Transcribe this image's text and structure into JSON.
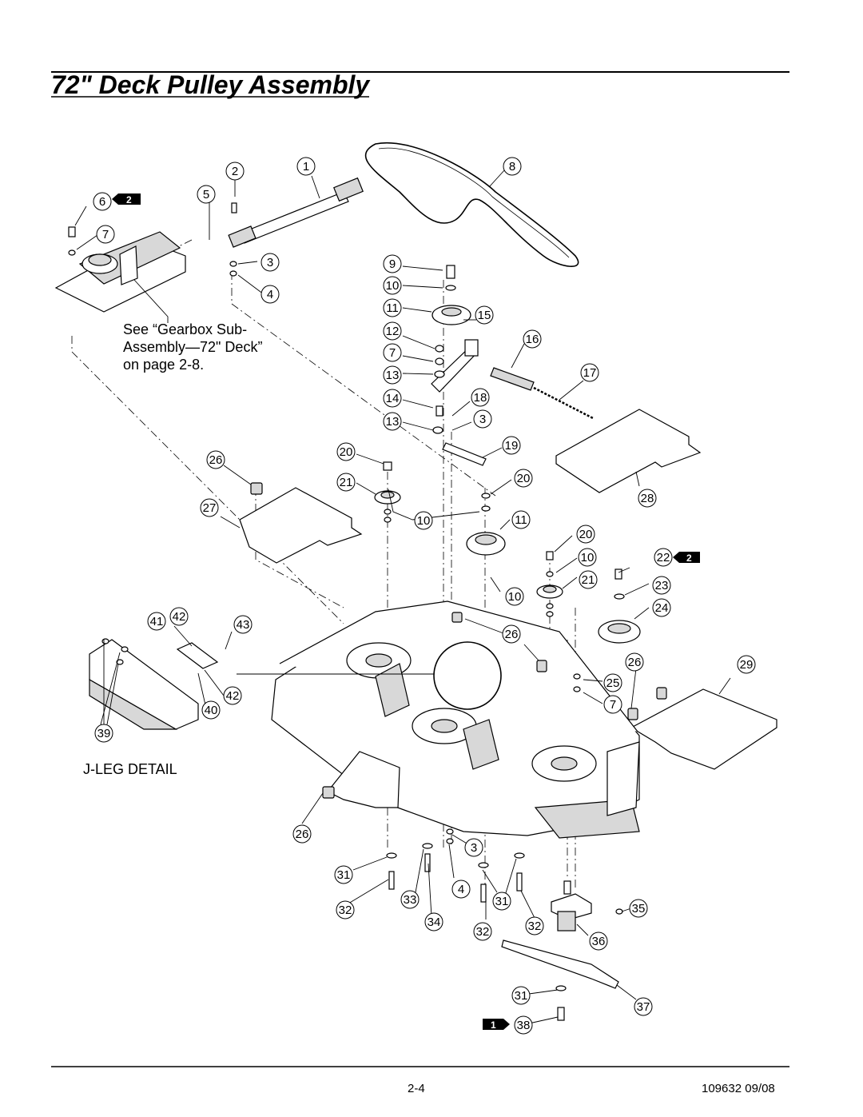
{
  "page": {
    "title": "72\" Deck Pulley Assembly",
    "footer_page": "2-4",
    "footer_doc": "109632 09/08"
  },
  "notes": {
    "gearbox_line1": "See “Gearbox Sub-",
    "gearbox_line2": "Assembly—72\" Deck”",
    "gearbox_line3": "on page 2-8.",
    "jleg_detail": "J-LEG DETAIL"
  },
  "callouts": [
    {
      "n": "1"
    },
    {
      "n": "2"
    },
    {
      "n": "5"
    },
    {
      "n": "6"
    },
    {
      "n": "7"
    },
    {
      "n": "3"
    },
    {
      "n": "4"
    },
    {
      "n": "8"
    },
    {
      "n": "9"
    },
    {
      "n": "10"
    },
    {
      "n": "11"
    },
    {
      "n": "15"
    },
    {
      "n": "12"
    },
    {
      "n": "16"
    },
    {
      "n": "7"
    },
    {
      "n": "13"
    },
    {
      "n": "17"
    },
    {
      "n": "14"
    },
    {
      "n": "18"
    },
    {
      "n": "13"
    },
    {
      "n": "3"
    },
    {
      "n": "20"
    },
    {
      "n": "19"
    },
    {
      "n": "26"
    },
    {
      "n": "21"
    },
    {
      "n": "20"
    },
    {
      "n": "28"
    },
    {
      "n": "27"
    },
    {
      "n": "10"
    },
    {
      "n": "11"
    },
    {
      "n": "20"
    },
    {
      "n": "10"
    },
    {
      "n": "22"
    },
    {
      "n": "21"
    },
    {
      "n": "23"
    },
    {
      "n": "10"
    },
    {
      "n": "24"
    },
    {
      "n": "41"
    },
    {
      "n": "42"
    },
    {
      "n": "43"
    },
    {
      "n": "26"
    },
    {
      "n": "26"
    },
    {
      "n": "29"
    },
    {
      "n": "25"
    },
    {
      "n": "42"
    },
    {
      "n": "7"
    },
    {
      "n": "40"
    },
    {
      "n": "39"
    },
    {
      "n": "26"
    },
    {
      "n": "3"
    },
    {
      "n": "31"
    },
    {
      "n": "4"
    },
    {
      "n": "33"
    },
    {
      "n": "31"
    },
    {
      "n": "35"
    },
    {
      "n": "32"
    },
    {
      "n": "34"
    },
    {
      "n": "32"
    },
    {
      "n": "32"
    },
    {
      "n": "36"
    },
    {
      "n": "31"
    },
    {
      "n": "37"
    },
    {
      "n": "38"
    }
  ],
  "badges": [
    {
      "n": "2"
    },
    {
      "n": "2"
    },
    {
      "n": "1"
    }
  ]
}
